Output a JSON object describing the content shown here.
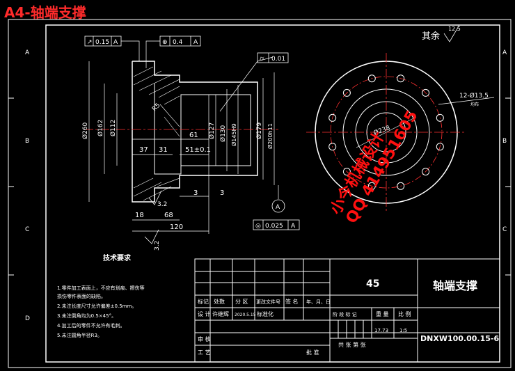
{
  "sheet_title": "A4-轴端支撑",
  "surface_finish": {
    "label": "其余",
    "value": "12.5"
  },
  "tolerances": {
    "runout_top": "0.15",
    "runout_datum": "A",
    "position_value": "0.4",
    "position_datum": "A",
    "cylindricity": "0.01",
    "bottom_flatness": "0.025",
    "bottom_datum": "A"
  },
  "datum_label": "A",
  "dims": {
    "d260": "Ø260",
    "d162": "Ø162",
    "d112": "Ø112",
    "d127": "Ø127",
    "d130": "Ø130",
    "d145": "Ø145H9",
    "d179": "Ø179",
    "d200": "Ø200h11",
    "l61": "61",
    "l37": "37",
    "l31": "31",
    "l51": "51±0.1",
    "l3a": "3",
    "l3b": "3",
    "l68": "68",
    "l18": "18",
    "l120": "120",
    "r5": "R5",
    "c3": "3.2",
    "c3b": "3.2",
    "d238": "Ø238",
    "holes": "12-Ø13.5",
    "holes_sub": "均布"
  },
  "tech_requirements": {
    "title": "技术要求",
    "items": [
      "1.零件加工表面上，不应有划痕、擦伤等",
      "损伤零件表面的缺陷。",
      "2.未注长度尺寸允许偏差±0.5mm。",
      "3.未注倒角均为0.5×45°。",
      "4.加工后的零件不允许有毛刺。",
      "5.未注圆角半径R3。"
    ]
  },
  "title_block": {
    "material": "45",
    "part_name": "轴端支撑",
    "drawing_no": "DNXW100.00.15-6",
    "weight": "17.73",
    "scale": "1:5",
    "headers": [
      "标记",
      "处数",
      "分 区",
      "更改文件号",
      "签 名",
      "年、月、日"
    ],
    "design_row": [
      "设 计",
      "许继辉",
      "2020.5.15",
      "标准化"
    ],
    "stage_headers": [
      "阶 段 标 记",
      "重 量",
      "比 例"
    ],
    "review": "审 核",
    "process": "工 艺",
    "approve": "批 准",
    "sheets": "共   张  第   张"
  },
  "watermark": {
    "line1": "小今机械设计",
    "line2": "QQ 414951605"
  },
  "zone_labels": [
    "A",
    "B",
    "C",
    "D"
  ],
  "colors": {
    "line": "#ffffff",
    "dim": "#ffffff",
    "center": "#ff3030",
    "hatch": "#ffffff",
    "hole": "#ff5050"
  }
}
